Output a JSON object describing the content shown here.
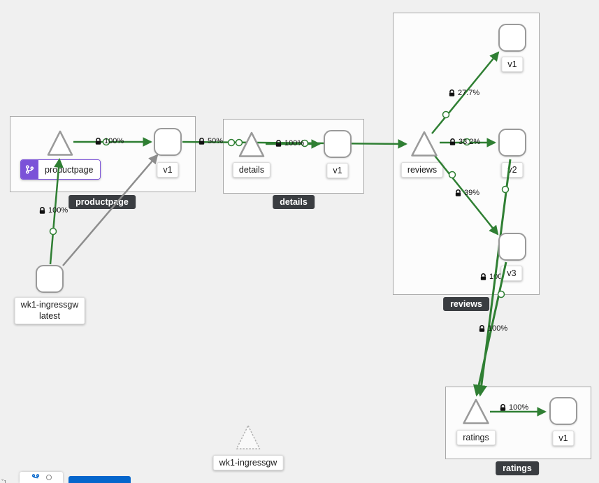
{
  "groups": {
    "productpage": {
      "tooltip": "productpage"
    },
    "details": {
      "tooltip": "details"
    },
    "reviews": {
      "tooltip": "reviews"
    },
    "ratings": {
      "tooltip": "ratings"
    }
  },
  "nodes": {
    "productpage_service": {
      "label": "productpage"
    },
    "productpage_v1": {
      "label": "v1"
    },
    "details_service": {
      "label": "details"
    },
    "details_v1": {
      "label": "v1"
    },
    "reviews_service": {
      "label": "reviews"
    },
    "reviews_v1": {
      "label": "v1"
    },
    "reviews_v2": {
      "label": "v2"
    },
    "reviews_v3": {
      "label": "v3"
    },
    "ratings_service": {
      "label": "ratings"
    },
    "ratings_v1": {
      "label": "v1"
    },
    "ingress_workload": {
      "line1": "wk1-ingressgw",
      "line2": "latest"
    },
    "idle_service": {
      "label": "wk1-ingressgw"
    }
  },
  "edges": {
    "ingress_to_productpage": {
      "label": "100%"
    },
    "productpage_to_v1": {
      "label": "100%"
    },
    "productpage_v1_to_details": {
      "label": "50%"
    },
    "details_to_v1": {
      "label": "100%"
    },
    "reviews_to_v1": {
      "label": "27.7%"
    },
    "reviews_to_v2": {
      "label": "33.2%"
    },
    "reviews_to_v3": {
      "label": "39%"
    },
    "reviews_v2_to_ratings": {
      "label": "100%"
    },
    "reviews_v3_to_ratings": {
      "label": "100%"
    },
    "ratings_to_v1": {
      "label": "100%"
    }
  },
  "colors": {
    "edge_healthy": "#2f7f33",
    "edge_idle": "#8d8d8d",
    "tooltip_bg": "#3a3d41",
    "badge_purple": "#7b52d8",
    "primary_button": "#0566cc",
    "canvas_bg": "#f0f0f0"
  }
}
